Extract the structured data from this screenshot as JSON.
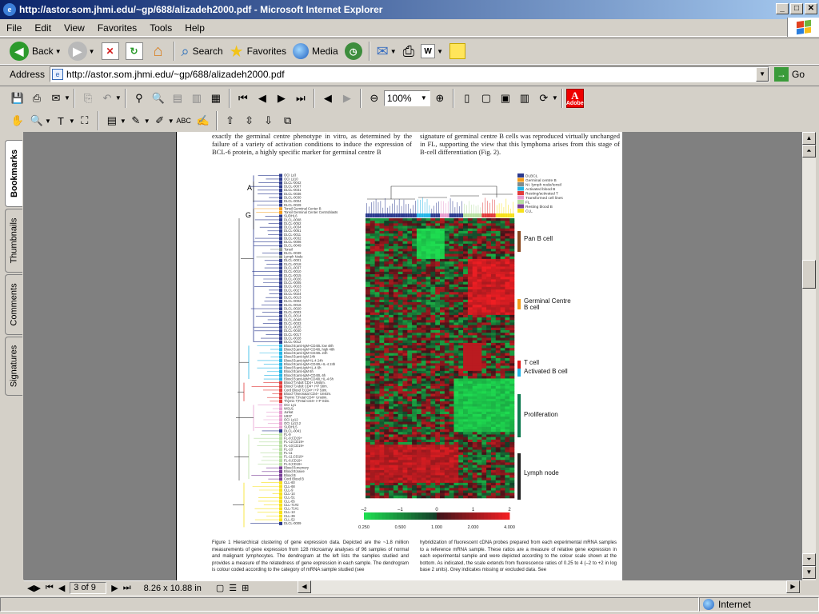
{
  "window": {
    "title": "http://astor.som.jhmi.edu/~gp/688/alizadeh2000.pdf - Microsoft Internet Explorer",
    "minimize": "_",
    "maximize": "□",
    "close": "✕"
  },
  "menu": [
    "File",
    "Edit",
    "View",
    "Favorites",
    "Tools",
    "Help"
  ],
  "toolbar": {
    "back": "Back",
    "search": "Search",
    "favorites": "Favorites",
    "media": "Media"
  },
  "address": {
    "label": "Address",
    "value": "http://astor.som.jhmi.edu/~gp/688/alizadeh2000.pdf",
    "go": "Go"
  },
  "acrobat": {
    "zoom": "100%",
    "adobe": "Adobe",
    "page_indicator": "3 of 9",
    "page_size": "8.26 x 10.88 in"
  },
  "sidetabs": [
    "Bookmarks",
    "Thumbnails",
    "Comments",
    "Signatures"
  ],
  "document": {
    "col_left": "exactly the germinal centre phenotype in vitro, as determined by the failure of a variety of activation conditions to induce the expression of BCL-6 protein, a highly specific marker for germinal centre B",
    "col_right": "signature of germinal centre B cells was reproduced virtually unchanged in FL, supporting the view that this lymphoma arises from this stage of B-cell differentiation (Fig. 2).",
    "dendro_labels": [
      "A",
      "G"
    ],
    "legend": [
      {
        "label": "DLBCL",
        "color": "#2b3a8f"
      },
      {
        "label": "Germinal centre B",
        "color": "#f39c1b"
      },
      {
        "label": "NI. lymph node/tonsil",
        "color": "#7f8c8d"
      },
      {
        "label": "Activated blood B",
        "color": "#23b5e6"
      },
      {
        "label": "Resting/activated T",
        "color": "#e23b3b"
      },
      {
        "label": "Transformed cell lines",
        "color": "#e79ccf"
      },
      {
        "label": "FL",
        "color": "#b6dea0"
      },
      {
        "label": "Resting blood B",
        "color": "#7b3f98"
      },
      {
        "label": "CLL",
        "color": "#f7e11a"
      }
    ],
    "clusters": [
      {
        "label": "Pan B cell",
        "color": "#8b4a22"
      },
      {
        "label": "Germinal Centre B cell",
        "color": "#f39c1b"
      },
      {
        "label": "T cell",
        "color": "#e21b1b"
      },
      {
        "label": "Activated B cell",
        "color": "#23b5e6"
      },
      {
        "label": "Proliferation",
        "color": "#0d7a4f"
      },
      {
        "label": "Lymph node",
        "color": "#222222"
      }
    ],
    "scale_ticks": [
      "–2",
      "–1",
      "0",
      "1",
      "2"
    ],
    "scale_values": [
      "0.250",
      "0.500",
      "1.000",
      "2.000",
      "4.000"
    ],
    "caption_left": "Figure 1 Hierarchical clustering of gene expression data. Depicted are the ~1.8 million measurements of gene expression from 128 microarray analyses of 96 samples of normal and malignant lymphocytes. The dendrogram at the left lists the samples studied and provides a measure of the relatedness of gene expression in each sample. The dendrogram is colour coded according to the category of mRNA sample studied (see",
    "caption_right": "hybridization of fluorescent cDNA probes prepared from each experimental mRNA samples to a reference mRNA sample. These ratios are a measure of relative gene expression in each experimental sample and were depicted according to the colour scale shown at the bottom. As indicated, the scale extends from fluorescence ratios of 0.25 to 4 (–2 to +2 in log base 2 units). Grey indicates missing or excluded data. See",
    "sample_labels": [
      "OCI Ly3",
      "OCI Ly10",
      "DLCL-0042",
      "DLCL-0007",
      "DLCL-0031",
      "DLCL-0036",
      "DLCL-0030",
      "DLCL-0004",
      "DLCL-0029",
      "Tonsil Germinal Center B",
      "Tonsil Germinal Center Centroblasts",
      "SUDHL6",
      "DLCL-0008",
      "DLCL-0052",
      "DLCL-0034",
      "DLCL-0051",
      "DLCL-0011",
      "DLCL-0032",
      "DLCL-0006",
      "DLCL-0049",
      "Tonsil",
      "DLCL-0039",
      "Lymph Node",
      "DLCL-0001",
      "DLCL-0018",
      "DLCL-0037",
      "DLCL-0010",
      "DLCL-0015",
      "DLCL-0026",
      "DLCL-0005",
      "DLCL-0023",
      "DLCL-0027",
      "DLCL-0024",
      "DLCL-0013",
      "DLCL-0002",
      "DLCL-0016",
      "DLCL-0020",
      "DLCL-0003",
      "DLCL-0014",
      "DLCL-0048",
      "DLCL-0033",
      "DLCL-0025",
      "DLCL-0040",
      "DLCL-0017",
      "DLCL-0028",
      "DLCL-0012",
      "Blood B;anti-IgM+CD40L low 48h",
      "Blood B;anti-IgM+CD40L high 48h",
      "Blood B;anti-IgM+CD40L 24h",
      "Blood B;anti-IgM 24h",
      "Blood B;anti-IgM+IL-4 24h",
      "Blood B;anti-IgM+CD40L+IL-4 24h",
      "Blood B;anti-IgM+IL-4 6h",
      "Blood B;anti-IgM 6h",
      "Blood B;anti-IgM+CD40L 6h",
      "Blood B;anti-IgM+CD40L+IL-4 6h",
      "Blood T;Adult CD4+ Unstim.",
      "Blood T;Adult CD4+ I+P Stim.",
      "Cord Blood T;CD4+ I+P Stim.",
      "Blood T;Neonatal CD4+ Unstim.",
      "Thymic T;Fetal CD4+ Unstim.",
      "Thymic T;Fetal CD4+ I+P Stim.",
      "OCI Ly1",
      "WSU1",
      "Jurkat",
      "U937",
      "OCI Ly12",
      "OCI Ly13.2",
      "SUDHL5",
      "DLCL-0041",
      "FL-9",
      "FL-9;CD19+",
      "FL-12;CD19+",
      "FL-10;CD19+",
      "FL-10",
      "FL-11",
      "FL-11;CD19+",
      "FL-6;CD19+",
      "FL-5;CD19+",
      "Blood B;memory",
      "Blood B;naive",
      "Blood B",
      "Cord Blood B",
      "CLL-60",
      "CLL-68",
      "CLL-9",
      "CLL-14",
      "CLL-51",
      "CLL-65",
      "CLL-71#2",
      "CLL-71#1",
      "CLL-13",
      "CLL-39",
      "CLL-52",
      "DLCL-0009"
    ]
  }
}
